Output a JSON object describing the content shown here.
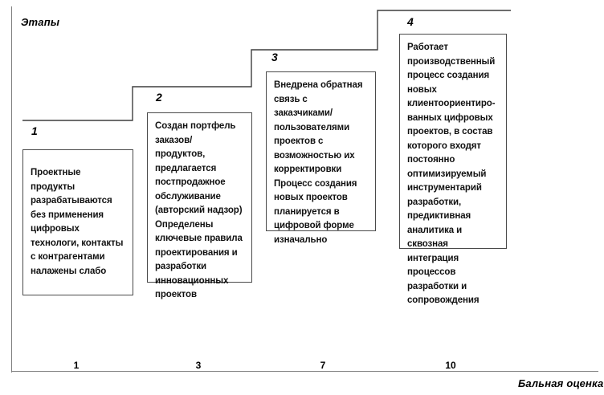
{
  "chart_data": {
    "type": "bar",
    "title": "",
    "xlabel": "Бальная оценка",
    "ylabel": "Этапы",
    "categories": [
      "1",
      "2",
      "3",
      "4"
    ],
    "x_tick_labels": [
      "1",
      "3",
      "7",
      "10"
    ],
    "values": [
      1,
      2,
      3,
      4
    ],
    "grid": false,
    "legend": null,
    "annotations": [
      "Проектные продукты разрабатываются без применения цифровых технологи, контакты с контрагентами налажены слабо",
      "Создан портфель заказов/ продуктов, предлагается постпродажное обслуживание (авторский надзор) Определены ключевые правила проектирования и разработки инновационных проектов",
      "Внедрена обратная связь с заказчиками/ пользователями проектов с возможностью их корректировки Процесс создания новых проектов планируется в цифровой форме изначально",
      "Работает производственный процесс создания новых клиентоориентиро-ванных цифровых проектов, в состав которого входят постоянно оптимизируемый инструментарий разработки, предиктивная аналитика и сквозная интеграция процессов разработки и сопровождения"
    ]
  },
  "axes": {
    "y_title": "Этапы",
    "x_title": "Бальная оценка",
    "x_ticks": [
      {
        "label": "1"
      },
      {
        "label": "3"
      },
      {
        "label": "7"
      },
      {
        "label": "10"
      }
    ],
    "axis_color": "#7f7f7f"
  },
  "steps": [
    {
      "number": "1",
      "text": "Проектные продукты разрабатываются без применения цифровых технологи, контакты с контрагентами налажены слабо"
    },
    {
      "number": "2",
      "text": "Создан портфель заказов/ продуктов, предлагается постпродажное обслуживание (авторский надзор) Определены ключевые правила проектирования и разработки инновационных проектов"
    },
    {
      "number": "3",
      "text": "Внедрена обратная связь с заказчиками/ пользователями проектов с возможностью их корректировки Процесс создания новых проектов планируется в цифровой форме изначально"
    },
    {
      "number": "4",
      "text": "Работает производственный процесс создания новых клиентоориентиро-ванных цифровых проектов, в состав которого входят постоянно оптимизируемый инструментарий разработки, предиктивная аналитика и сквозная интеграция процессов разработки и сопровождения"
    }
  ],
  "colors": {
    "box_border": "#4a4a4a",
    "axis": "#7f7f7f",
    "stair_line": "#3f3f3f",
    "text": "#111111"
  }
}
